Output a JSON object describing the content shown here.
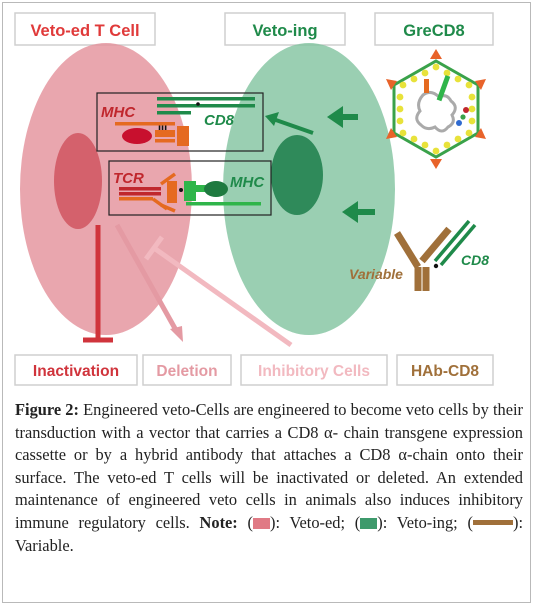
{
  "colors": {
    "red": "#e03a3a",
    "green": "#1f8a4a",
    "brown": "#a0703a",
    "pink": "#e49aa3",
    "light_pink": "#f2b9c0",
    "veto_ed_swatch": "#e07a85",
    "veto_ing_swatch": "#3e9a6c",
    "variable_swatch": "#a0703a"
  },
  "diagram": {
    "header": {
      "veto_ed": "Veto-ed T Cell",
      "veto_ing": "Veto-ing",
      "grecd8": "GreCD8"
    },
    "top_interaction": {
      "mhc": "MHC",
      "cd8": "CD8",
      "iii": "III"
    },
    "bottom_interaction": {
      "tcr": "TCR",
      "mhc": "MHC"
    },
    "antibody": {
      "cd8": "CD8",
      "variable": "Variable"
    },
    "outcomes": {
      "inactivation": "Inactivation",
      "deletion": "Deletion",
      "inhibitory": "Inhibitory Cells",
      "hab": "HAb-CD8"
    }
  },
  "caption": {
    "label": "Figure 2:",
    "text_1": " Engineered veto-Cells are engineered to become veto cells by their transduction with a vector that carries a CD8 α- chain transgene expression cassette or by a hybrid antibody that attaches a CD8 α-chain onto their surface. The veto-ed T cells will be inactivated or deleted. An extended maintenance of engineered veto cells in animals also induces inhibitory immune regulatory cells. ",
    "note_label": "Note:",
    "note_open_1": " (",
    "note_close_1": "): Veto-ed; (",
    "note_close_2": "): Veto-ing; (",
    "note_close_3": "): Variable."
  }
}
